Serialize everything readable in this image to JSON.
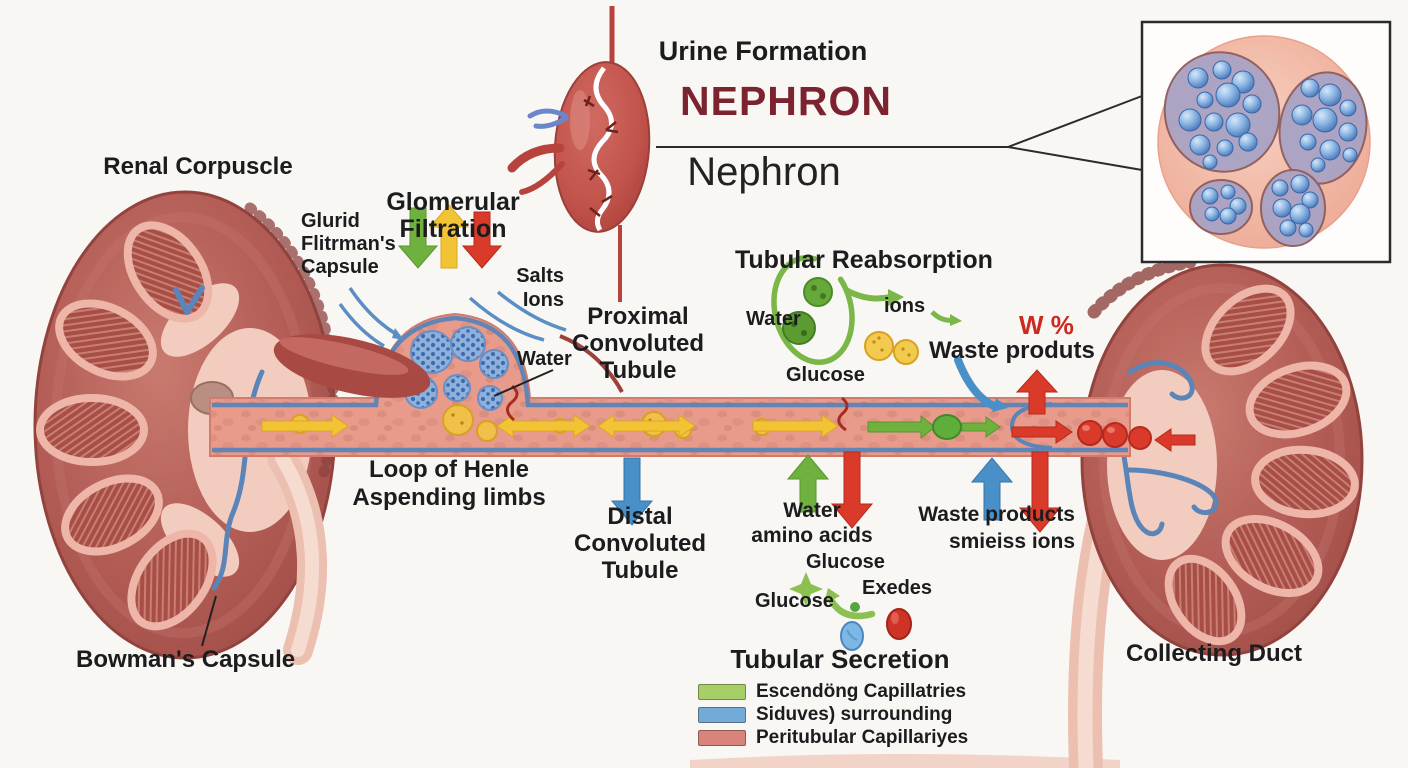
{
  "title": {
    "top": "Urine Formation",
    "main": "NEPHRON",
    "sub": "Nephron"
  },
  "labels": {
    "renal_corpuscle": "Renal Corpuscle",
    "capsule_l1": "Glurid",
    "capsule_l2": "Flitrman's",
    "capsule_l3": "Capsule",
    "filtration_l1": "Glomerular",
    "filtration_l2": "Filtration",
    "salts": "Salts",
    "ions": "Ions",
    "water": "Water",
    "proximal_l1": "Proximal",
    "proximal_l2": "Convoluted",
    "proximal_l3": "Tubule",
    "reabsorption": "Tubular Reabsorption",
    "reab_water": "Water",
    "reab_ions": "ions",
    "reab_glucose": "Glucose",
    "w_pct": "W %",
    "waste_top": "Waste produts",
    "loop_l1": "Loop of Henle",
    "loop_l2": "Aspending limbs",
    "distal_l1": "Distal",
    "distal_l2": "Convoluted",
    "distal_l3": "Tubule",
    "sec_water": "Water",
    "sec_amino": "amino acids",
    "sec_glucose_a": "Glucose",
    "sec_glucose_b": "Glucose",
    "sec_exedes": "Exedes",
    "waste_bottom_l1": "Waste products",
    "waste_bottom_l2": "smieiss ions",
    "secretion": "Tubular Secretion",
    "bowmans": "Bowman's Capsule",
    "collecting": "Collecting Duct"
  },
  "legend": {
    "items": [
      {
        "label": "Escendöng Capillatries",
        "color": "#a7cf68"
      },
      {
        "label": "Siduves) surrounding",
        "color": "#72abd6"
      },
      {
        "label": "Peritubular Capillariyes",
        "color": "#d9847b"
      }
    ]
  },
  "colors": {
    "title_accent": "#7c2330",
    "w_pct_red": "#cc2a1e",
    "kidney_body": "#b05a54",
    "tubule_salmon": "#e79a8b",
    "capillary_blue": "#5b84b8",
    "arrow_green": "#6fb13e",
    "arrow_yellow": "#f2c335",
    "arrow_red": "#d93a29",
    "inset_blob": "#a9a3c4"
  }
}
